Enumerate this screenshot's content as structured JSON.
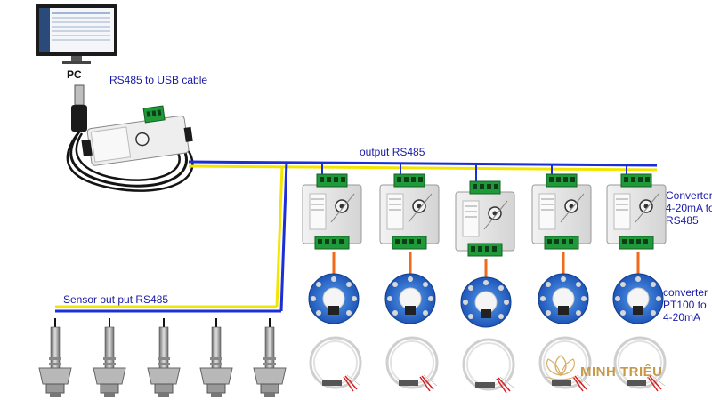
{
  "labels": {
    "pc": "PC",
    "usb_cable": "RS485 to USB cable",
    "output_rs485": "output RS485",
    "sensor_output": "Sensor out put RS485",
    "converter_rs485": "Converter 4-20mA to RS485",
    "converter_pt100": "converter PT100 to 4-20mA"
  },
  "brand": {
    "name": "MINH TRIỆU"
  },
  "colors": {
    "bus_blue": "#1c2fd6",
    "bus_yellow": "#f2e600",
    "wire_orange": "#f06a1a",
    "module_body": "#e6e6e6",
    "terminal_green": "#1f9a3a",
    "transmitter_blue": "#2a6fd0",
    "label_text": "#1a1aa8",
    "brand_gold": "#c79a4a"
  },
  "icons": [
    "pc-monitor-icon",
    "usb-rs485-converter-icon",
    "din-rail-module-icon",
    "pt100-transmitter-head-icon",
    "pt100-probe-icon",
    "pressure-sensor-icon",
    "lotus-logo-icon"
  ]
}
